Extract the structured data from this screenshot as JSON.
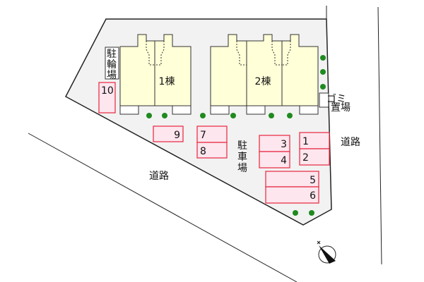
{
  "buildings": [
    {
      "label": "1棟"
    },
    {
      "label": "2棟"
    }
  ],
  "bicycle_parking": {
    "chars": [
      "駐",
      "輪",
      "場"
    ]
  },
  "garbage": {
    "line1": "ゴミ",
    "line2": "置場"
  },
  "parking_label": {
    "chars": [
      "駐",
      "車",
      "場"
    ]
  },
  "parking_spaces": [
    "1",
    "2",
    "3",
    "4",
    "5",
    "6",
    "7",
    "8",
    "9",
    "10"
  ],
  "roads": [
    {
      "label": "道路"
    },
    {
      "label": "道路"
    }
  ],
  "colors": {
    "lot": "#f2f2f2",
    "building": "#ffffd8",
    "space_fill": "#fde6ee",
    "space_border": "#e8344a",
    "tree": "#1f8a1f"
  }
}
